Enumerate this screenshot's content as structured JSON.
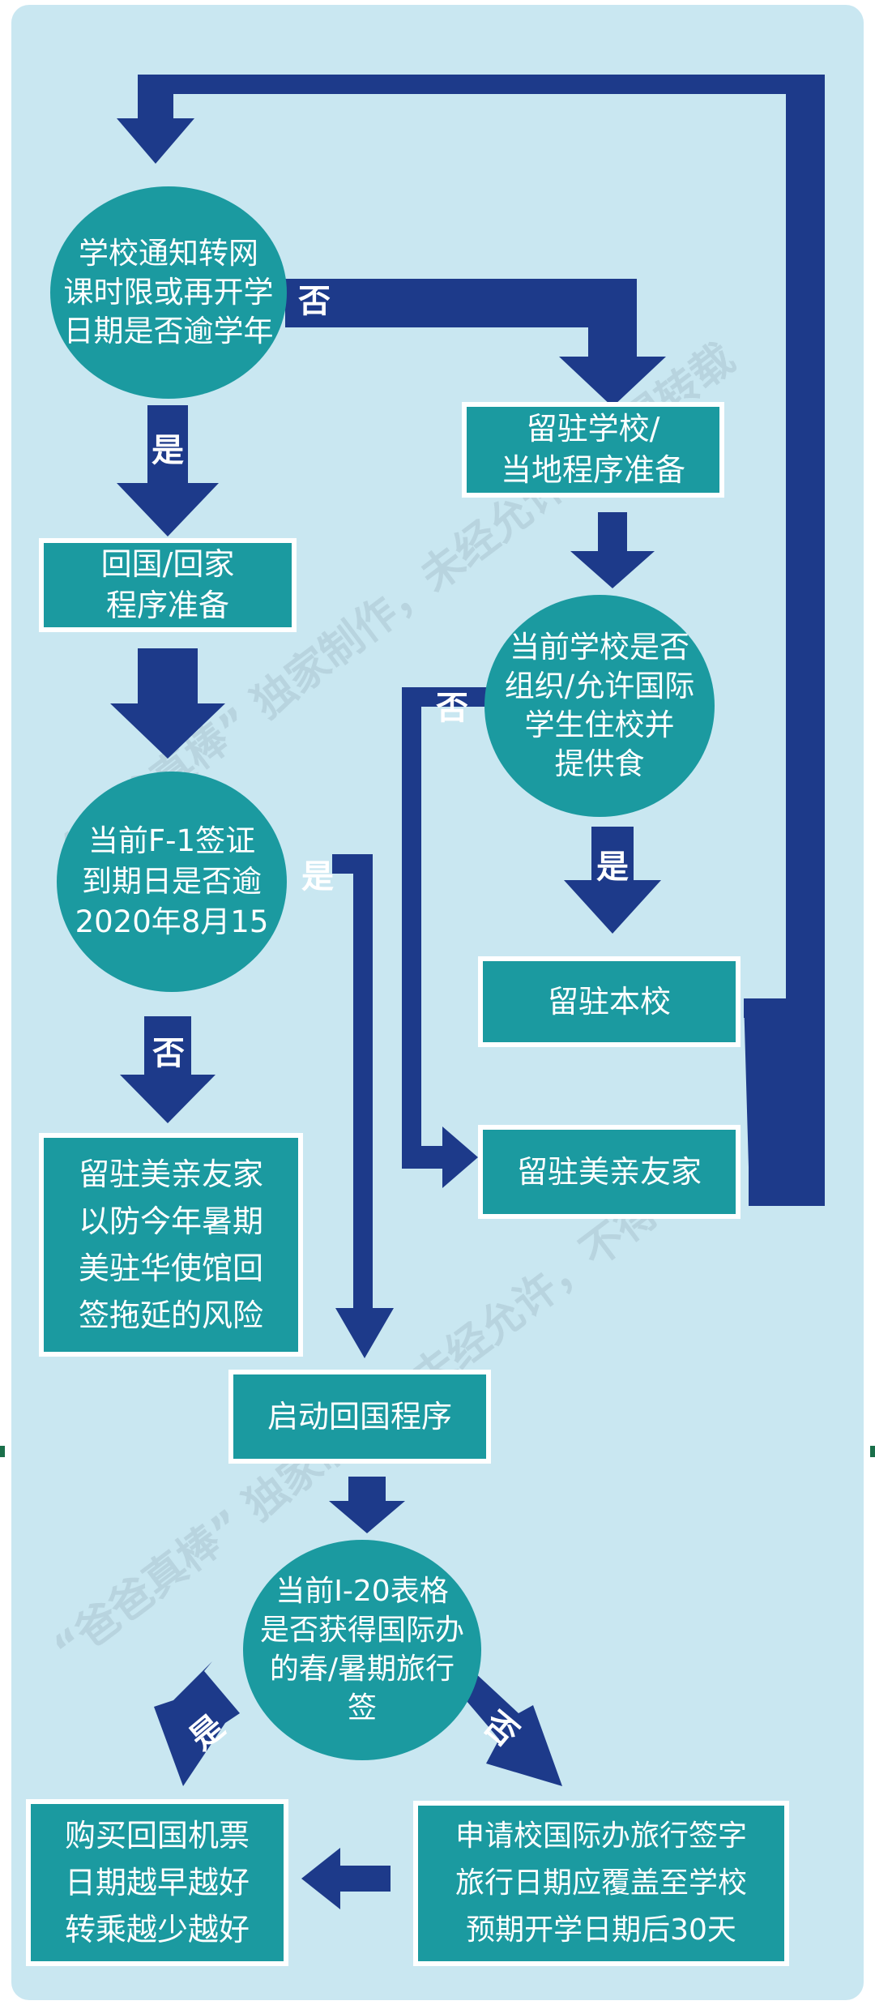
{
  "nodes": {
    "q1": "学校通知转网\n课时限或再开学\n日期是否逾学年",
    "return_prep": "回国/回家\n程序准备",
    "stay_school_prep": "留驻学校/\n当地程序准备",
    "q2": "当前F-1签证\n到期日是否逾\n2020年8月15",
    "q3": "当前学校是否\n组织/允许国际\n学生住校并\n提供食",
    "stay_campus": "留驻本校",
    "stay_relatives_us": "留驻美亲友家",
    "stay_relatives_note": "留驻美亲友家\n以防今年暑期\n美驻华使馆回\n签拖延的风险",
    "start_return": "启动回国程序",
    "q4": "当前I-20表格\n是否获得国际办\n的春/暑期旅行\n签",
    "buy_ticket": "购买回国机票\n日期越早越好\n转乘越少越好",
    "apply_signature": "申请校国际办旅行签字\n旅行日期应覆盖至学校\n预期开学日期后30天"
  },
  "labels": {
    "q1_no": "否",
    "q1_yes": "是",
    "q3_no": "否",
    "q3_yes": "是",
    "q2_yes": "是",
    "q2_no": "否",
    "q4_yes": "是",
    "q4_no": "否"
  },
  "watermark": {
    "upper": "“爸爸真棒” 独家制作，未经允许，不得转载",
    "lower": "“爸爸真棒” 独家制作，未经允许，不得转载"
  },
  "colors": {
    "background": "#c9e7f1",
    "node_fill": "#1b9aa0",
    "arrow": "#1d3a8a"
  }
}
